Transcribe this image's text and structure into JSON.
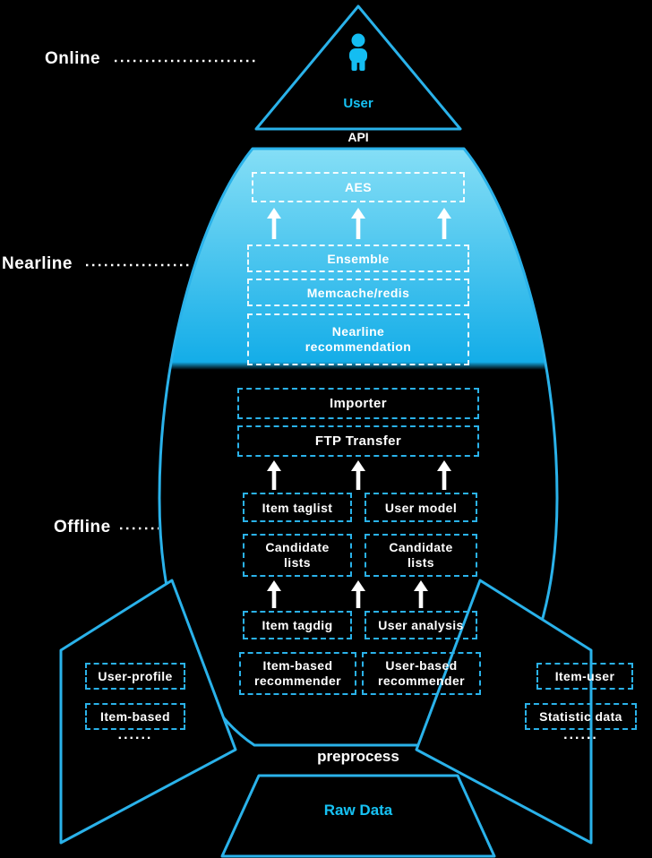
{
  "colors": {
    "background": "#000000",
    "accent": "#2ab2ea",
    "body_fill_top": "#86dff6",
    "body_fill_bottom": "#14ade8",
    "text": "#ffffff",
    "cyan_text": "#16c2f4"
  },
  "section_labels": {
    "online": "Online",
    "nearline": "Nearline",
    "offline": "Offline"
  },
  "rocket": {
    "user": "User",
    "api": "API",
    "preprocess": "preprocess",
    "raw_data": "Raw Data"
  },
  "nearline": {
    "aes": "AES",
    "ensemble": "Ensemble",
    "memcache_redis": "Memcache/redis",
    "nearline_recommendation": "Nearline\nrecommendation"
  },
  "offline": {
    "importer": "Importer",
    "ftp_transfer": "FTP Transfer",
    "item_taglist": "Item taglist",
    "user_model": "User model",
    "candidate_lists_left": "Candidate\nlists",
    "candidate_lists_right": "Candidate\nlists",
    "item_tagdig": "Item tagdig",
    "user_analysis": "User analysis",
    "item_based_recommender": "Item-based\nrecommender",
    "user_based_recommender": "User-based\nrecommender"
  },
  "left_fin": {
    "user_profile": "User-profile",
    "item_based": "Item-based",
    "more": "......"
  },
  "right_fin": {
    "item_user": "Item-user",
    "statistic_data": "Statistic data",
    "more": "......"
  }
}
